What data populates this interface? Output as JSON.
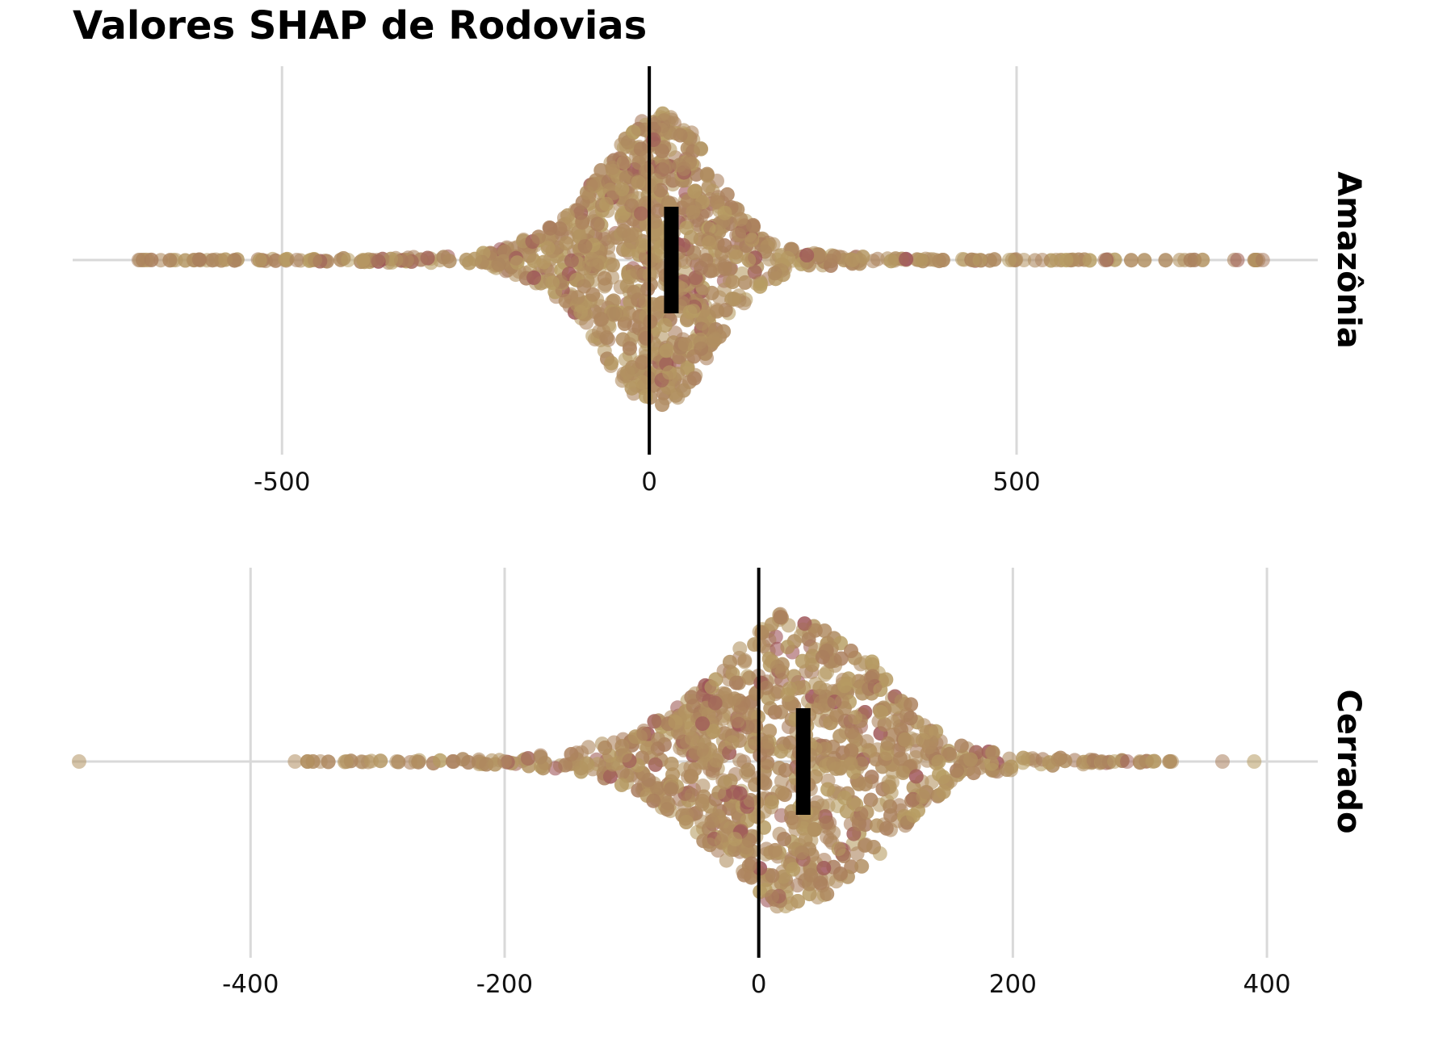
{
  "title": "Valores SHAP de Rodovias",
  "colors": {
    "grid": "#d9d9d9",
    "zero_line": "#000000",
    "median_bar": "#000000",
    "point_low": "#b89f64",
    "point_mid": "#a87a5c",
    "point_high": "#9c4d58"
  },
  "chart_data": [
    {
      "type": "scatter",
      "subtype": "beeswarm",
      "panel": "Amazônia",
      "xlim": [
        -785,
        910
      ],
      "x_ticks": [
        -500,
        0,
        500
      ],
      "x_tick_labels": [
        "-500",
        "0",
        "500"
      ],
      "grid": true,
      "zero_line": 0,
      "median": 30,
      "iqr_marker": true,
      "density_profile": [
        [
          -700,
          0
        ],
        [
          -400,
          2
        ],
        [
          -300,
          4
        ],
        [
          -250,
          6
        ],
        [
          -200,
          12
        ],
        [
          -150,
          30
        ],
        [
          -100,
          60
        ],
        [
          -60,
          110
        ],
        [
          -20,
          150
        ],
        [
          20,
          165
        ],
        [
          60,
          140
        ],
        [
          100,
          80
        ],
        [
          150,
          30
        ],
        [
          200,
          10
        ],
        [
          300,
          3
        ],
        [
          400,
          1
        ],
        [
          840,
          0
        ]
      ],
      "outliers": [
        -695,
        -565,
        -480,
        -455,
        -410,
        -390,
        -370,
        -345,
        -330,
        370,
        390,
        400,
        440,
        450,
        490,
        510,
        535,
        620,
        835
      ]
    },
    {
      "type": "scatter",
      "subtype": "beeswarm",
      "panel": "Cerrado",
      "xlim": [
        -540,
        440
      ],
      "x_ticks": [
        -400,
        -200,
        0,
        200,
        400
      ],
      "x_tick_labels": [
        "-400",
        "-200",
        "0",
        "200",
        "400"
      ],
      "grid": true,
      "zero_line": 0,
      "median": 35,
      "iqr_marker": true,
      "density_profile": [
        [
          -360,
          0
        ],
        [
          -250,
          2
        ],
        [
          -200,
          4
        ],
        [
          -150,
          10
        ],
        [
          -100,
          30
        ],
        [
          -60,
          65
        ],
        [
          -20,
          120
        ],
        [
          15,
          165
        ],
        [
          50,
          150
        ],
        [
          90,
          110
        ],
        [
          130,
          50
        ],
        [
          170,
          15
        ],
        [
          220,
          5
        ],
        [
          280,
          2
        ],
        [
          330,
          0
        ]
      ],
      "outliers": [
        -535,
        -365,
        -355,
        -345,
        -325,
        -285,
        -270,
        -240,
        -220,
        -200,
        270,
        280,
        290,
        300,
        310,
        325,
        365,
        390
      ]
    }
  ],
  "panels": {
    "top_label": "Amazônia",
    "bottom_label": "Cerrado"
  }
}
